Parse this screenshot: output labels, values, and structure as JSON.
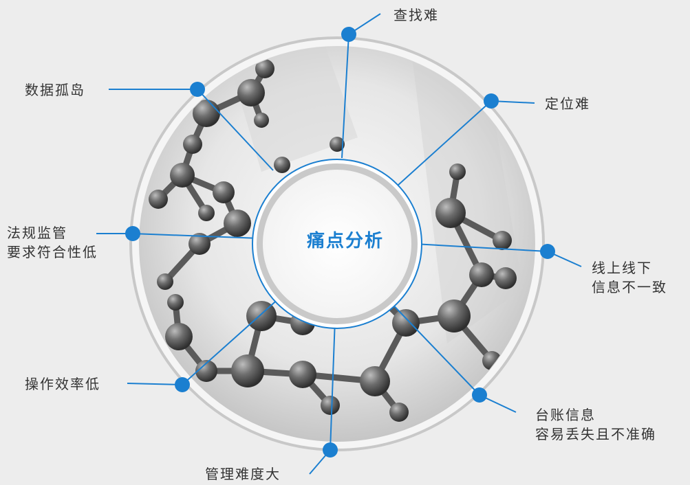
{
  "diagram": {
    "center_title": "痛点分析",
    "pain_points": [
      {
        "id": "search",
        "lines": [
          "查找难"
        ]
      },
      {
        "id": "data-island",
        "lines": [
          "数据孤岛"
        ]
      },
      {
        "id": "locate",
        "lines": [
          "定位难"
        ]
      },
      {
        "id": "compliance",
        "lines": [
          "法规监管",
          "要求符合性低"
        ]
      },
      {
        "id": "online-offline",
        "lines": [
          "线上线下",
          "信息不一致"
        ]
      },
      {
        "id": "efficiency",
        "lines": [
          "操作效率低"
        ]
      },
      {
        "id": "ledger",
        "lines": [
          "台账信息",
          "容易丢失且不准确"
        ]
      },
      {
        "id": "management",
        "lines": [
          "管理难度大"
        ]
      }
    ]
  },
  "colors": {
    "accent": "#1b7fd0",
    "background": "#ededed",
    "ring": "#c8c8c8",
    "text": "#333333"
  }
}
